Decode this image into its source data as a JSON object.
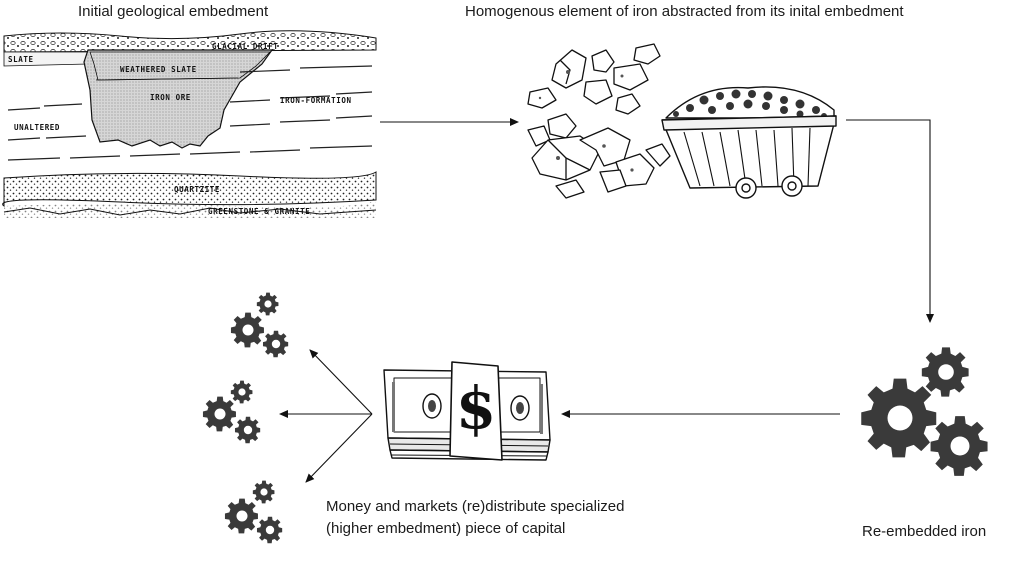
{
  "captions": {
    "initial": "Initial geological embedment",
    "homogenous": "Homogenous element of iron abstracted from its inital embedment",
    "reembedded": "Re-embedded iron",
    "money_line1": "Money and markets (re)distribute specialized",
    "money_line2": "(higher embedment) piece of capital"
  },
  "cross_section_labels": {
    "glacial_drift": "GLACIAL DRIFT",
    "slate": "SLATE",
    "weathered_slate": "WEATHERED SLATE",
    "iron_ore": "IRON ORE",
    "iron_formation": "IRON-FORMATION",
    "unaltered": "UNALTERED",
    "quartzite": "QUARTZITE",
    "greenstone_granite": "GREENSTONE & GRANITE"
  },
  "money_symbol": "$",
  "icons": [
    "geological-cross-section",
    "ore-rocks",
    "mine-cart",
    "gears-icon",
    "money-bundle-icon",
    "small-gears-icon"
  ]
}
